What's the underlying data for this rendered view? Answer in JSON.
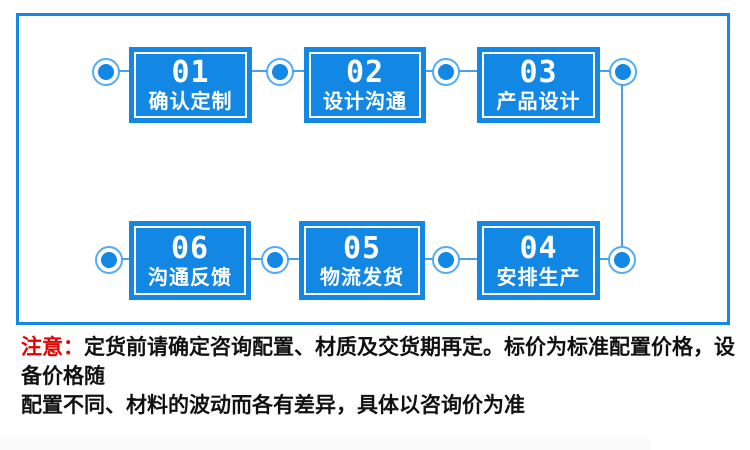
{
  "steps": [
    {
      "number": "01",
      "label": "确认定制"
    },
    {
      "number": "02",
      "label": "设计沟通"
    },
    {
      "number": "03",
      "label": "产品设计"
    },
    {
      "number": "04",
      "label": "安排生产"
    },
    {
      "number": "05",
      "label": "物流发货"
    },
    {
      "number": "06",
      "label": "沟通反馈"
    }
  ],
  "notice": {
    "prefix": "注意：",
    "line1": "定货前请确定咨询配置、材质及交货期再定。标价为标准配置价格，设备价格随",
    "line2": "配置不同、材料的波动而各有差异，具体以咨询价为准"
  },
  "colors": {
    "box_blue": "#1287e3",
    "panel_border_blue": "#1688e8",
    "ring_blue": "#56acf2",
    "line_blue": "#4a9fe8",
    "notice_red": "#e60000",
    "notice_black": "#111111"
  }
}
